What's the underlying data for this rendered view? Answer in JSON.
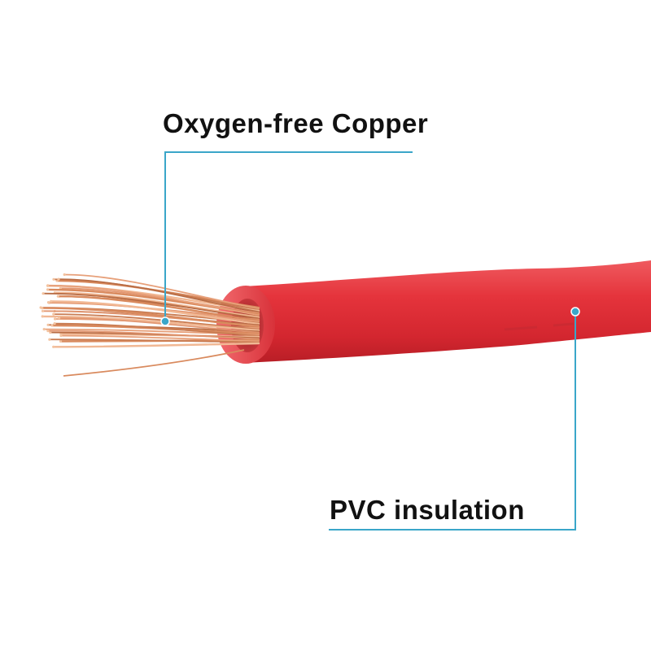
{
  "labels": {
    "copper": "Oxygen-free Copper",
    "insulation": "PVC insulation"
  },
  "colors": {
    "background": "#ffffff",
    "insulation": "#e5343c",
    "insulation_shadow": "#b81e26",
    "copper": "#d98a5e",
    "copper_highlight": "#f3c3a0",
    "leader": "#3aa6c9",
    "text": "#111111"
  },
  "icons": {
    "wire": "stranded-wire-illustration",
    "marker": "leader-dot"
  }
}
